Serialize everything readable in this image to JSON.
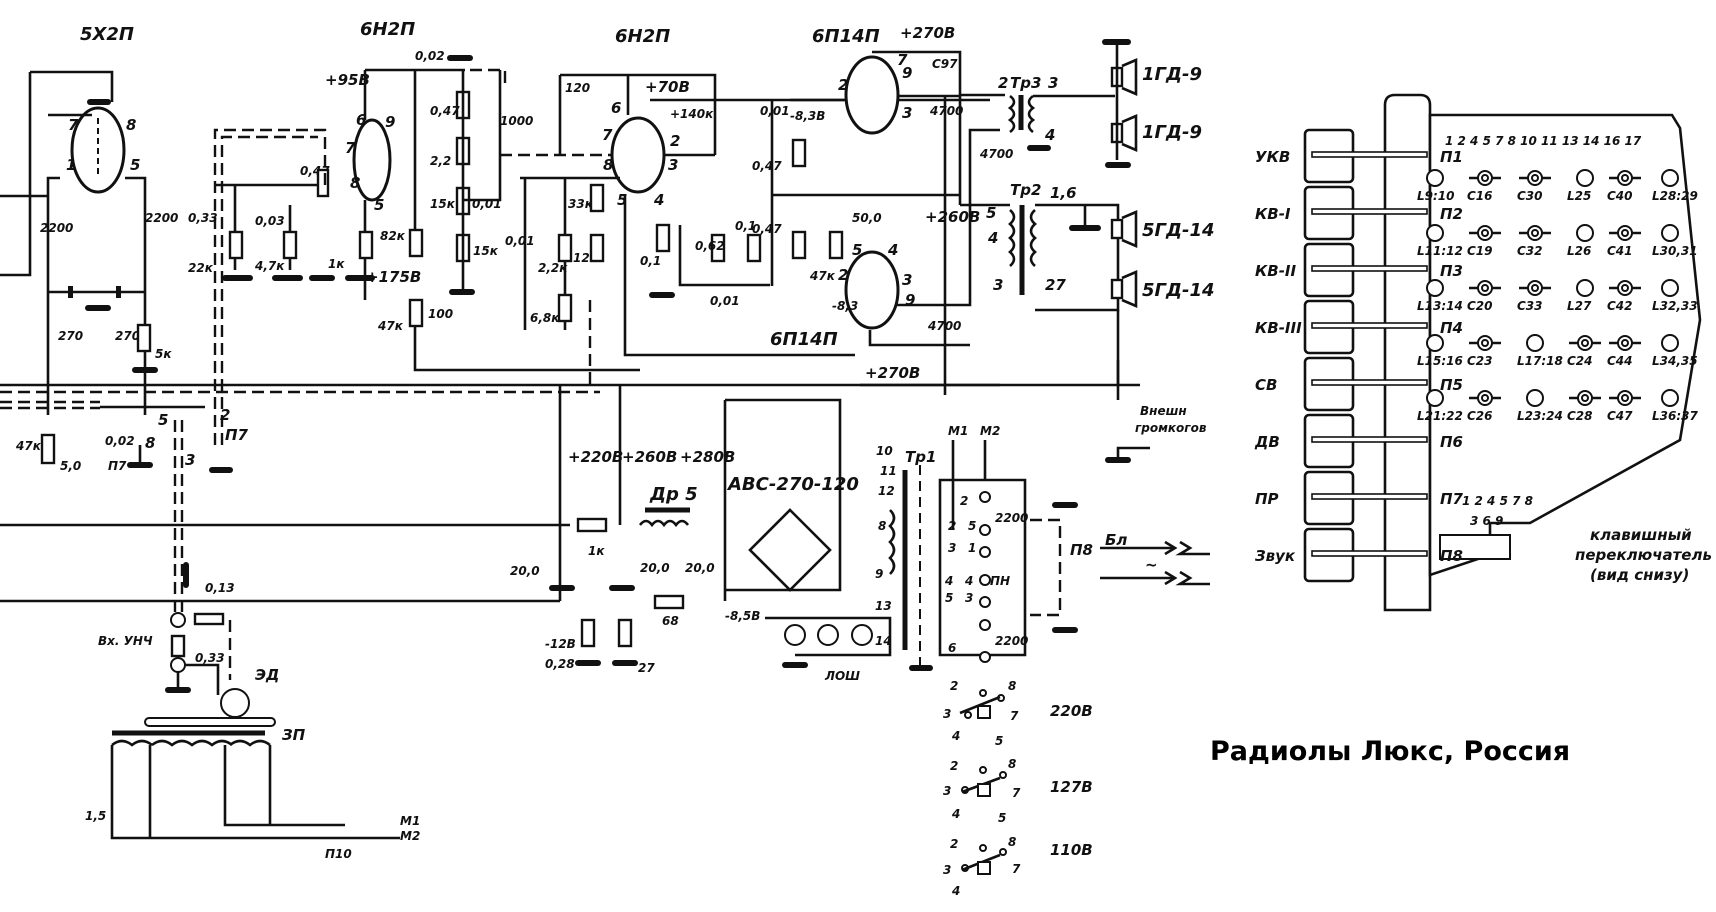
{
  "title": "Радиолы Люкс, Россия",
  "tubes": [
    {
      "id": "rectifier",
      "type": "5Х2П"
    },
    {
      "id": "preamp1",
      "type": "6Н2П"
    },
    {
      "id": "preamp2",
      "type": "6Н2П"
    },
    {
      "id": "output_top",
      "type": "6П14П"
    },
    {
      "id": "output_bottom",
      "type": "6П14П"
    }
  ],
  "voltages": {
    "v_95": "+95В",
    "v_175": "+175В",
    "v_70": "+70В",
    "v_140k": "+140к",
    "v_m83_top": "-8,3В",
    "v_270_top": "+270В",
    "v_260": "+260В",
    "v_m83_bot": "-8,3",
    "v_270_bot": "+270В",
    "v_220": "+220В",
    "v_260b": "+260В",
    "v_280": "+280В",
    "v_m12": "-12В",
    "v_m85": "-8,5В"
  },
  "components": {
    "c_002": "0,02",
    "r_047a": "0,47",
    "r_22": "2,2",
    "r_15k_a": "15к",
    "c_001a": "0,01",
    "r_15k_b": "15к",
    "r_82k": "82к",
    "r_47k_a": "47к",
    "r_100": "100",
    "c_1000": "1000",
    "c_120": "120",
    "c_001b": "0,01",
    "r_22k": "2,2к",
    "r_33k": "33к",
    "r_120": "120",
    "r_68k": "6,8к",
    "r_01a": "0,1",
    "r_062": "0,62",
    "r_01b": "0,1",
    "c_001c": "0,01",
    "r_047b": "0,47",
    "r_047c": "0,47",
    "c_001d": "0,01",
    "r_47k_b": "47к",
    "c_500": "50,0",
    "c97": "С97",
    "c_4700a": "4700",
    "c_4700b": "4700",
    "c_4700c": "4700",
    "pot_047": "0,47",
    "c_003": "0,03",
    "r_47k_c": "4,7к",
    "r_1k": "1к",
    "c_033": "0,33",
    "r_22k_b": "22к",
    "c_2200a": "2200",
    "c_2200b": "2200",
    "c_270a": "270",
    "c_270b": "270",
    "r_5k": "5к",
    "r_47k_d": "47к",
    "c_50": "5,0",
    "c_002b": "0,02",
    "c_20a": "20,0",
    "c_20b": "20,0",
    "c_20c": "20,0",
    "r_1k_b": "1к",
    "r_68": "68",
    "r_028": "0,28",
    "r_27": "27",
    "c_013": "0,13",
    "c_033b": "0,33",
    "c_15": "1,5",
    "c_2200c": "2200",
    "c_2200d": "2200",
    "t_16": "1,6",
    "t_27": "27"
  },
  "parts": {
    "choke": "Др 5",
    "rectifier_bridge": "АВС-270-120",
    "tr1": "Тр1",
    "tr2": "Тр2",
    "tr3": "Тр3",
    "lamps": "ЛОШ",
    "motor": "ЭД",
    "pickup": "ЗП",
    "input_label": "Вх. УНЧ",
    "ext_speakers_1": "Внешн",
    "ext_speakers_2": "громкогов",
    "bl": "Бл",
    "tilde": "~",
    "m1": "М1",
    "m2": "М2",
    "p7": "П7",
    "p8": "П8",
    "p10": "П10",
    "pn": "ПН"
  },
  "speakers": [
    "1ГД-9",
    "1ГД-9",
    "5ГД-14",
    "5ГД-14"
  ],
  "mains_switch": [
    "220В",
    "127В",
    "110В"
  ],
  "keyboard": {
    "keys": [
      {
        "label": "УКВ",
        "switch": "П1"
      },
      {
        "label": "КВ-I",
        "switch": "П2"
      },
      {
        "label": "КВ-II",
        "switch": "П3"
      },
      {
        "label": "КВ-III",
        "switch": "П4"
      },
      {
        "label": "СВ",
        "switch": "П5"
      },
      {
        "label": "ДВ",
        "switch": "П6"
      },
      {
        "label": "ПР",
        "switch": "П7"
      },
      {
        "label": "Звук",
        "switch": "П8"
      }
    ],
    "top_pins": "1 2   4 5   7 8   10 11   13 14   16 17",
    "rows": [
      [
        "L9:10",
        "C16",
        "C30",
        "L25",
        "C40",
        "L28:29"
      ],
      [
        "L11:12",
        "C19",
        "C32",
        "L26",
        "C41",
        "L30,31"
      ],
      [
        "L13:14",
        "C20",
        "C33",
        "L27",
        "C42",
        "L32,33"
      ],
      [
        "L15:16",
        "C23",
        "L17:18",
        "C24",
        "C44",
        "L34,35"
      ],
      [
        "L21:22",
        "C26",
        "L23:24",
        "C28",
        "C47",
        "L36:37"
      ]
    ],
    "bottom_pins_1": "1 2   4 5   7 8",
    "bottom_pins_2": "3   6   9",
    "caption_1": "клавишный",
    "caption_2": "переключатель",
    "caption_3": "(вид снизу)"
  }
}
